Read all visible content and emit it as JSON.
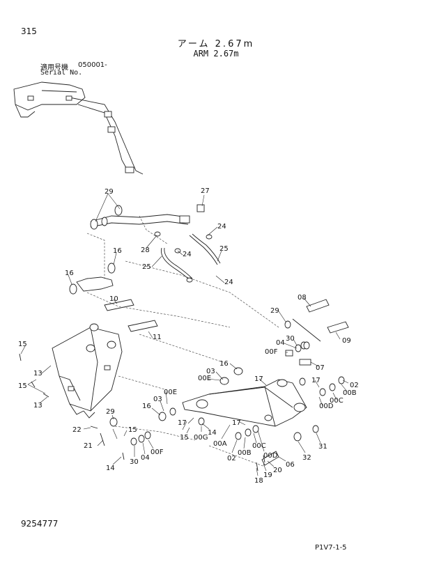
{
  "header": {
    "page_number": "315",
    "title_jp": "アーム 2.67m",
    "title_en": "ARM 2.67m",
    "serial_label_jp": "適用号機",
    "serial_value": "050001-",
    "serial_label_en": "Serial No."
  },
  "callouts": [
    "29",
    "27",
    "24",
    "16",
    "28",
    "24",
    "25",
    "16",
    "25",
    "24",
    "10",
    "29",
    "08",
    "30",
    "11",
    "04",
    "09",
    "15",
    "00F",
    "07",
    "13",
    "16",
    "03",
    "15",
    "00E",
    "17",
    "17",
    "02",
    "13",
    "00E",
    "00C",
    "00B",
    "16",
    "03",
    "00D",
    "29",
    "17",
    "17",
    "22",
    "15",
    "15",
    "00G",
    "14",
    "00A",
    "00C",
    "21",
    "00B",
    "00D",
    "02",
    "31",
    "30",
    "04",
    "00F",
    "32",
    "14",
    "19",
    "06",
    "20",
    "18"
  ],
  "footer": {
    "doc_number": "9254777",
    "page_code": "P1V7-1-5"
  }
}
